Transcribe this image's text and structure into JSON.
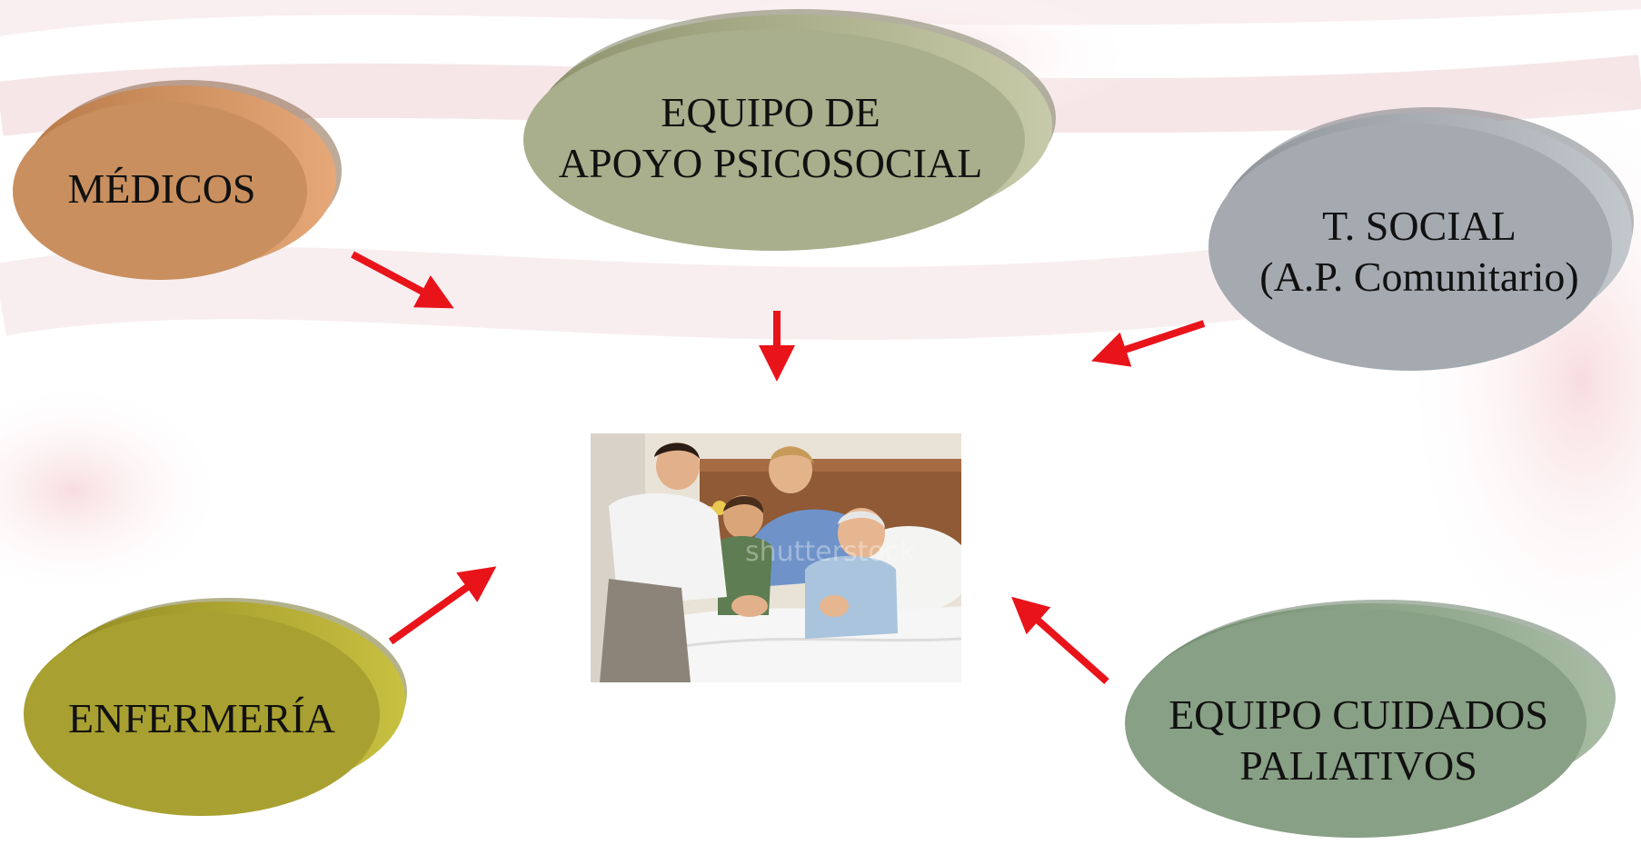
{
  "nodes": {
    "medicos": {
      "lines": [
        "MÉDICOS"
      ],
      "color": "#c98f5e"
    },
    "psicosocial": {
      "lines": [
        "EQUIPO DE",
        "APOYO PSICOSOCIAL"
      ],
      "color": "#a9ae8c"
    },
    "social": {
      "lines": [
        "T. SOCIAL",
        "(A.P. Comunitario)"
      ],
      "color": "#a4aab0"
    },
    "enfermeria": {
      "lines": [
        "ENFERMERÍA"
      ],
      "color": "#a8a030"
    },
    "paliativos": {
      "lines": [
        "EQUIPO CUIDADOS",
        "PALIATIVOS"
      ],
      "color": "#88a085"
    }
  },
  "center_image": {
    "subject": "nurse-family-patient-photo",
    "watermark": "shutterstock"
  },
  "arrow_color": "#e8141a"
}
